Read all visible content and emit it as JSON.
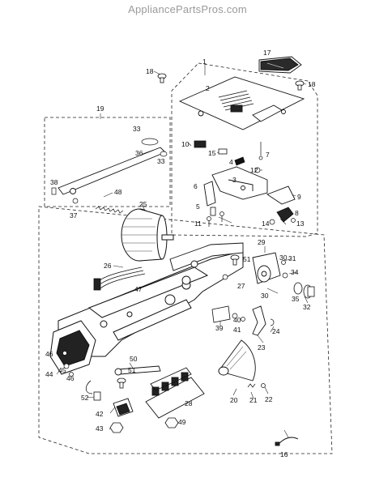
{
  "watermark": "AppliancePartsPros.com",
  "part_labels": [
    "1",
    "2",
    "3",
    "4",
    "5",
    "6",
    "7",
    "8",
    "9",
    "10",
    "11",
    "12",
    "13",
    "14",
    "15",
    "16",
    "17",
    "18",
    "19",
    "20",
    "21",
    "22",
    "23",
    "24",
    "25",
    "26",
    "27",
    "28",
    "29",
    "30",
    "31",
    "32",
    "33",
    "34",
    "35",
    "36",
    "37",
    "38",
    "39",
    "40",
    "41",
    "42",
    "43",
    "44",
    "45",
    "46",
    "47",
    "48",
    "49",
    "50",
    "51",
    "52"
  ]
}
